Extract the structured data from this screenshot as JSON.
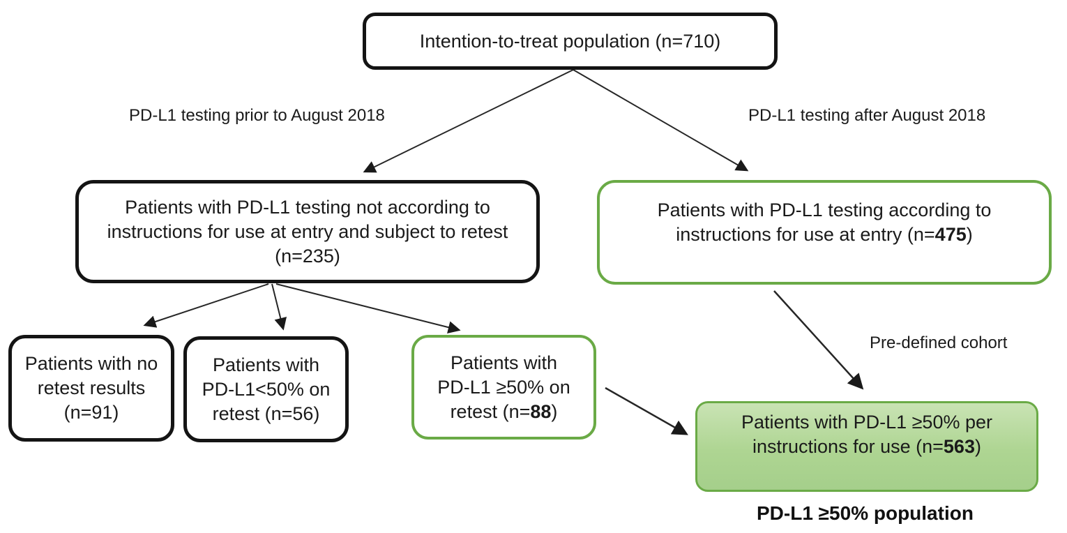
{
  "colors": {
    "box_border_black": "#141414",
    "box_border_green": "#6aaa46",
    "final_box_fill_top": "#c9e3b4",
    "final_box_fill_bottom": "#a5cf8b",
    "arrow": "#262626"
  },
  "labels": {
    "branch_left": "PD-L1 testing prior to August 2018",
    "branch_right": "PD-L1 testing after August 2018",
    "predefined_cohort": "Pre-defined cohort",
    "caption": "PD-L1 ≥50% population"
  },
  "boxes": {
    "itt": {
      "lines": [
        "Intention-to-treat population (n=710)"
      ]
    },
    "not_according": {
      "lines": [
        "Patients with PD-L1 testing not according to",
        "instructions for use at entry and subject to retest",
        "(n=235)"
      ]
    },
    "according": {
      "line1": "Patients with PD-L1 testing according to",
      "line2_prefix": "instructions for use at entry (n=",
      "line2_bold": "475",
      "line2_suffix": ")"
    },
    "no_retest": {
      "lines": [
        "Patients with no",
        "retest results",
        "(n=91)"
      ]
    },
    "retest_lt50": {
      "lines": [
        "Patients with",
        "PD-L1<50% on",
        "retest (n=56)"
      ]
    },
    "retest_ge50": {
      "line1": "Patients with",
      "line2": "PD-L1 ≥50% on",
      "line3_prefix": "retest (n=",
      "line3_bold": "88",
      "line3_suffix": ")"
    },
    "final": {
      "line1": "Patients with PD-L1 ≥50% per",
      "line2_prefix": "instructions for use (n=",
      "line2_bold": "563",
      "line2_suffix": ")"
    }
  }
}
